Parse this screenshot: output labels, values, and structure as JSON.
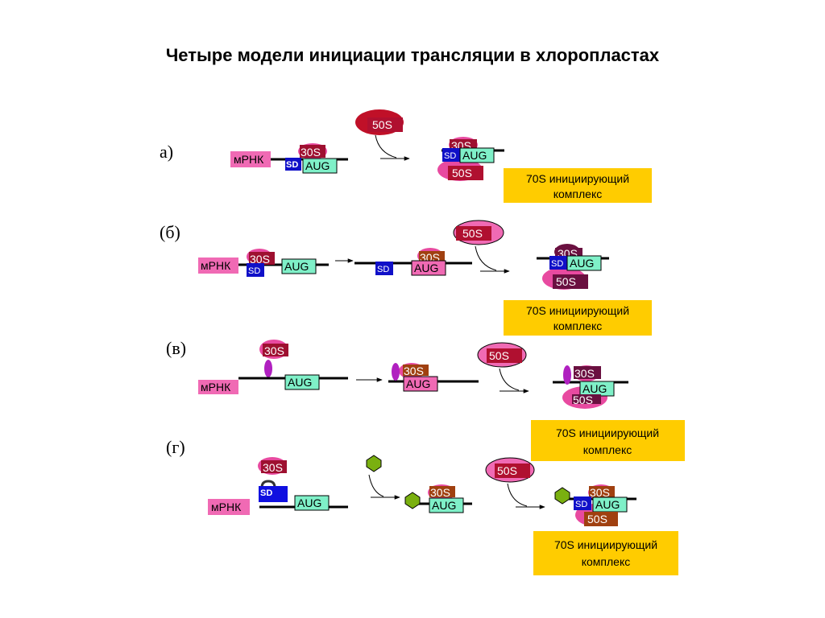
{
  "title": "Четыре модели инициации трансляции в хлоропластах",
  "labels": {
    "mrna": "мРНК",
    "sd": "SD",
    "aug": "AUG",
    "s30": "30S",
    "s50": "50S",
    "complex_line1": "70S инициирующий",
    "complex_line2": "комплекс"
  },
  "panels": {
    "a": "а)",
    "b": "(б)",
    "v": "(в)",
    "g": "(г)"
  },
  "colors": {
    "mrna_box": "#f06ab4",
    "s30_ellipse": "#e84aa0",
    "s30_box": "#9e1030",
    "s50_ellipse": "#c01028",
    "s50_box": "#b01030",
    "sd": "#1010c8",
    "aug": "#7ff0c8",
    "complex_box": "#ffcc00",
    "factor_purple": "#b020c0",
    "factor_green": "#7ab010",
    "s30_brown": "#a04010",
    "s30_dark": "#6a1040"
  }
}
